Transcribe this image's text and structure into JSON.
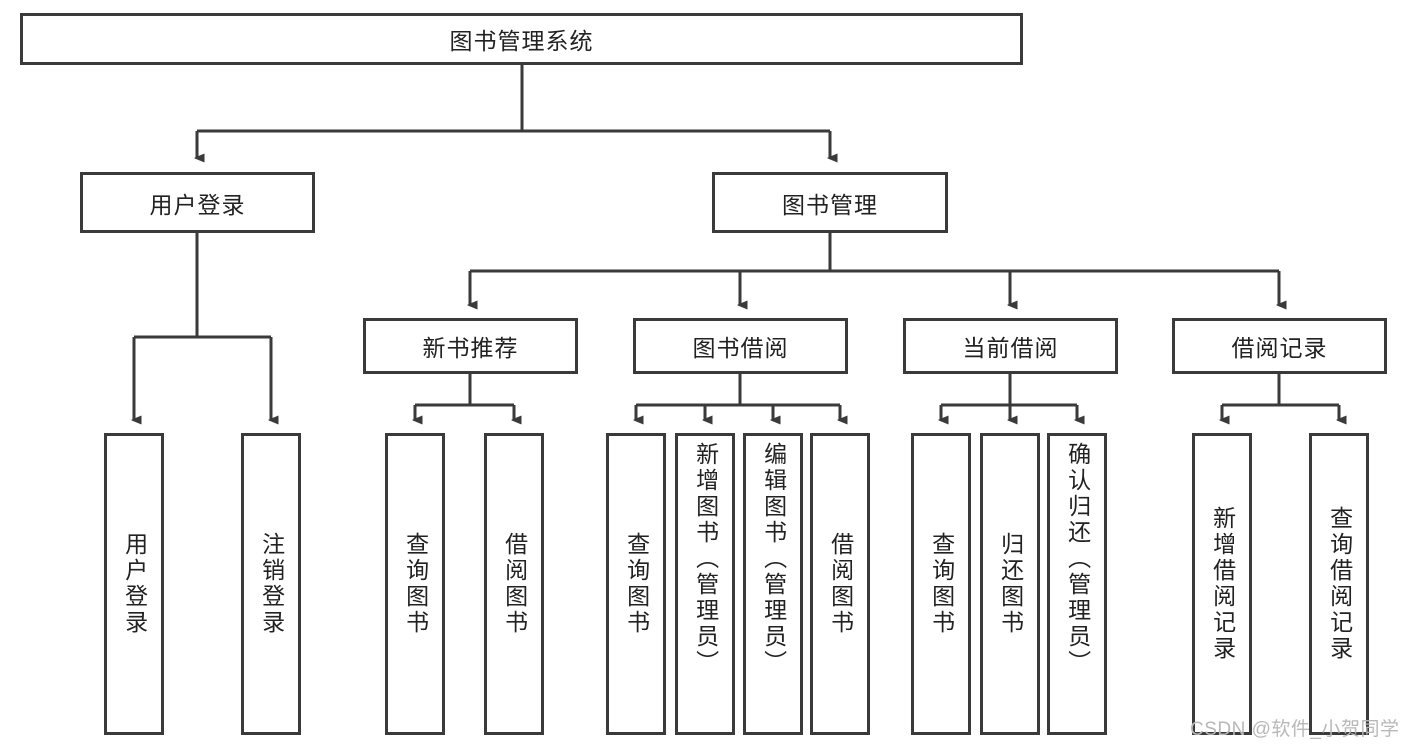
{
  "diagram": {
    "title": "图书管理系统",
    "type": "hierarchy-tree",
    "root": {
      "label": "图书管理系统"
    },
    "level2": [
      {
        "label": "用户登录"
      },
      {
        "label": "图书管理"
      }
    ],
    "level3": [
      {
        "label": "新书推荐"
      },
      {
        "label": "图书借阅"
      },
      {
        "label": "当前借阅"
      },
      {
        "label": "借阅记录"
      }
    ],
    "leaves": {
      "user_login": [
        {
          "label": "用户登录"
        },
        {
          "label": "注销登录"
        }
      ],
      "new_book_recommend": [
        {
          "label": "查询图书"
        },
        {
          "label": "借阅图书"
        }
      ],
      "book_borrow": [
        {
          "label": "查询图书"
        },
        {
          "label": "新增图书（管理员）"
        },
        {
          "label": "编辑图书（管理员）"
        },
        {
          "label": "借阅图书"
        }
      ],
      "current_borrow": [
        {
          "label": "查询图书"
        },
        {
          "label": "归还图书"
        },
        {
          "label": "确认归还（管理员）"
        }
      ],
      "borrow_record": [
        {
          "label": "新增借阅记录"
        },
        {
          "label": "查询借阅记录"
        }
      ]
    }
  },
  "watermark": {
    "text": "CSDN @软件_小贺同学"
  },
  "colors": {
    "background": "#ffffff",
    "node_fill": "#ffffff",
    "node_border": "#3a3a3a",
    "connector": "#3a3a3a",
    "text": "#222222",
    "watermark": "#b8b8b8"
  }
}
